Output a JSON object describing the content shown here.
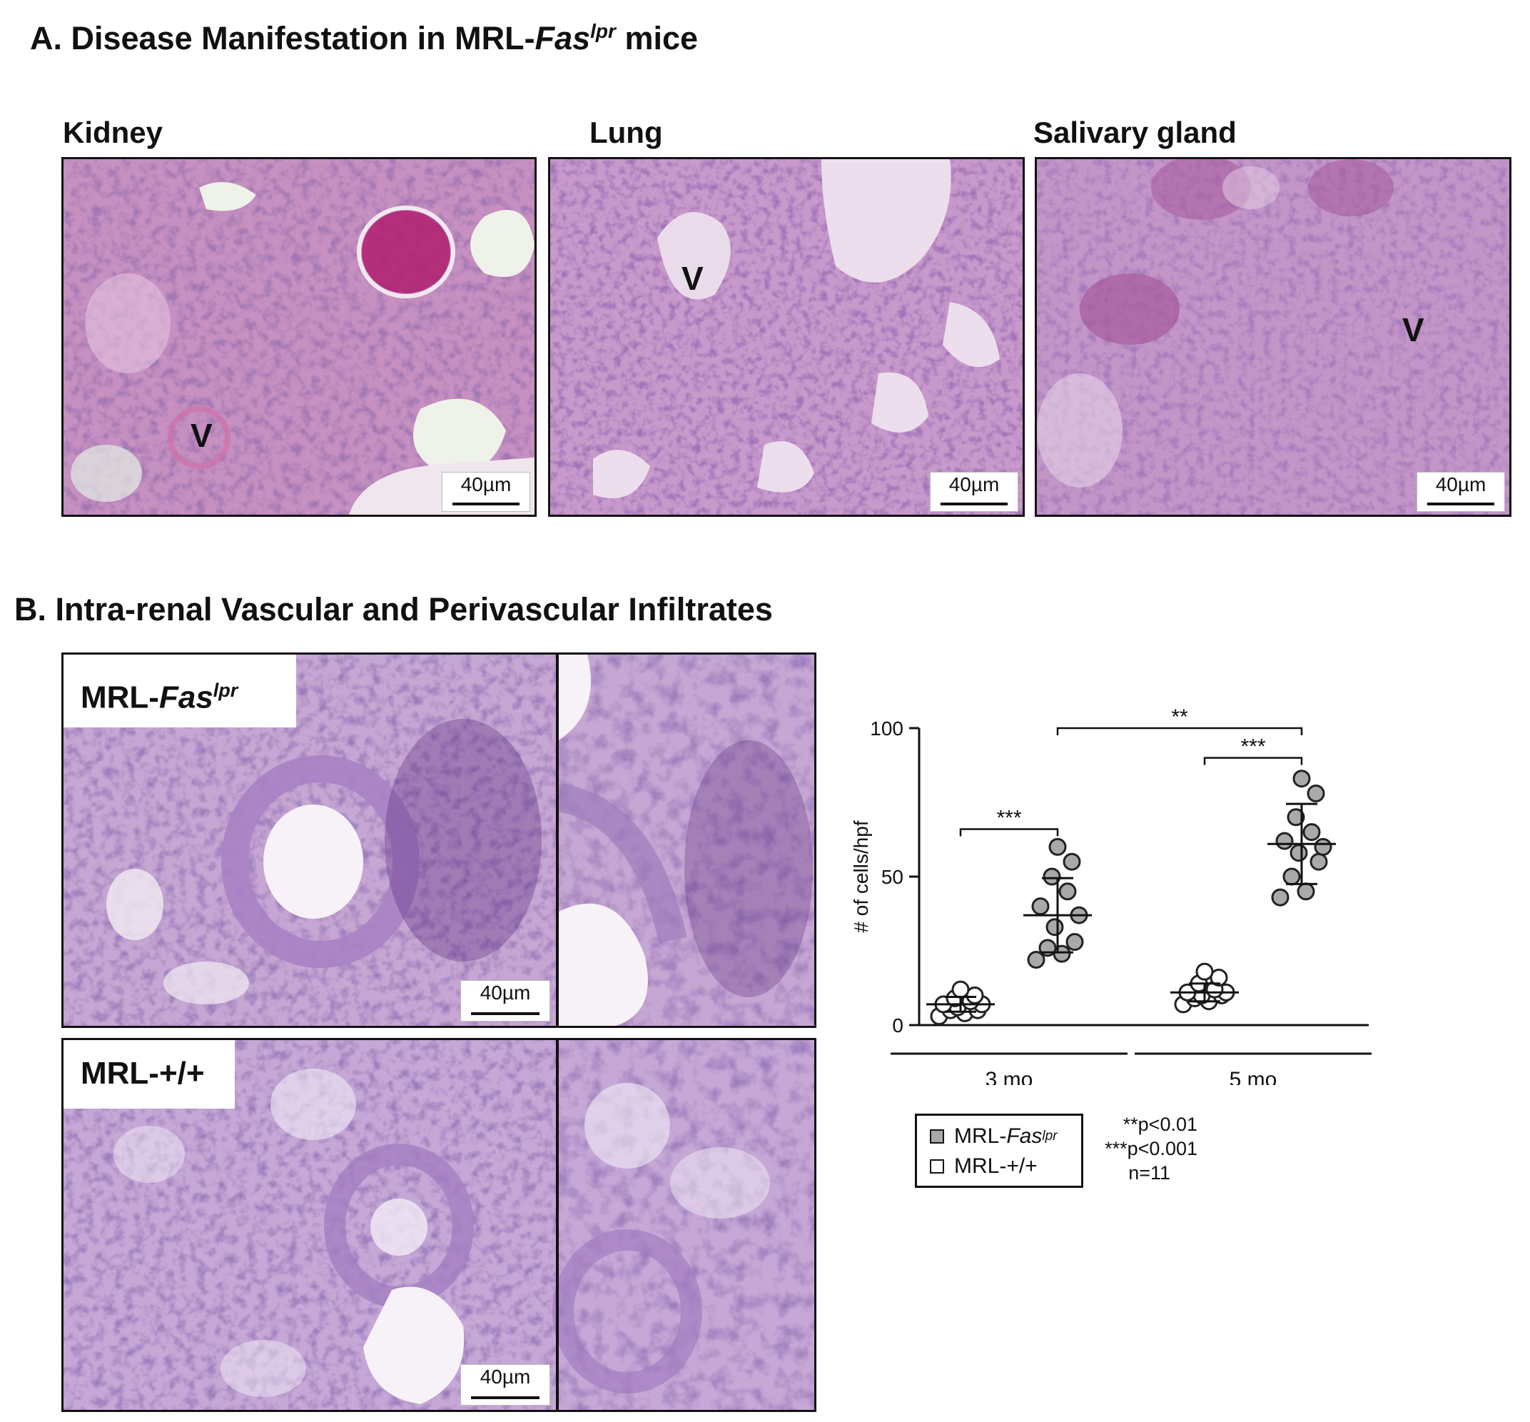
{
  "panel_a": {
    "title_prefix": "A. Disease Manifestation in MRL-",
    "title_gene": "Fas",
    "title_sup": "lpr",
    "title_suffix": " mice",
    "images": [
      {
        "organ": "Kidney",
        "v_label": "V",
        "scale": "40µm"
      },
      {
        "organ": "Lung",
        "v_label": "V",
        "scale": "40µm"
      },
      {
        "organ": "Salivary gland",
        "v_label": "V",
        "scale": "40µm"
      }
    ]
  },
  "panel_b": {
    "title": "B. Intra-renal Vascular and Perivascular Infiltrates",
    "group1_prefix": "MRL-",
    "group1_gene": "Fas",
    "group1_sup": "lpr",
    "group2_label": "MRL-+/+",
    "scale_top": "40µm",
    "scale_bottom": "40µm"
  },
  "chart_data": {
    "type": "scatter",
    "ylabel": "# of cells/hpf",
    "ylim": [
      0,
      100
    ],
    "yticks": [
      0,
      50,
      100
    ],
    "categories": [
      "3 mo",
      "5 mo"
    ],
    "series": [
      {
        "name": "MRL-+/+",
        "color": "#ffffff",
        "groups": [
          {
            "category": "3 mo",
            "mean": 7,
            "sd": 2.5,
            "values": [
              3,
              4,
              5,
              5,
              6,
              7,
              7,
              8,
              9,
              10,
              12
            ]
          },
          {
            "category": "5 mo",
            "mean": 11,
            "sd": 3,
            "values": [
              7,
              8,
              9,
              10,
              10,
              11,
              11,
              12,
              14,
              16,
              18
            ]
          }
        ]
      },
      {
        "name": "MRL-Fas^lpr",
        "color": "#a9a9a9",
        "groups": [
          {
            "category": "3 mo",
            "mean": 37,
            "sd": 12.5,
            "values": [
              22,
              24,
              26,
              28,
              33,
              37,
              40,
              45,
              50,
              55,
              60
            ]
          },
          {
            "category": "5 mo",
            "mean": 61,
            "sd": 13.5,
            "values": [
              43,
              45,
              50,
              55,
              58,
              60,
              62,
              65,
              70,
              78,
              83
            ]
          }
        ]
      }
    ],
    "significance": [
      {
        "label": "***"
      },
      {
        "label": "***"
      },
      {
        "label": "**"
      }
    ],
    "legend": {
      "entries": [
        {
          "prefix": "MRL-",
          "gene": "Fas",
          "sup": "lpr",
          "fill": "#a9a9a9"
        },
        {
          "prefix": "MRL-+/+",
          "gene": "",
          "sup": "",
          "fill": "#ffffff"
        }
      ]
    },
    "stats": {
      "p2": "**p<0.01",
      "p3": "***p<0.001",
      "n": "n=11"
    }
  }
}
